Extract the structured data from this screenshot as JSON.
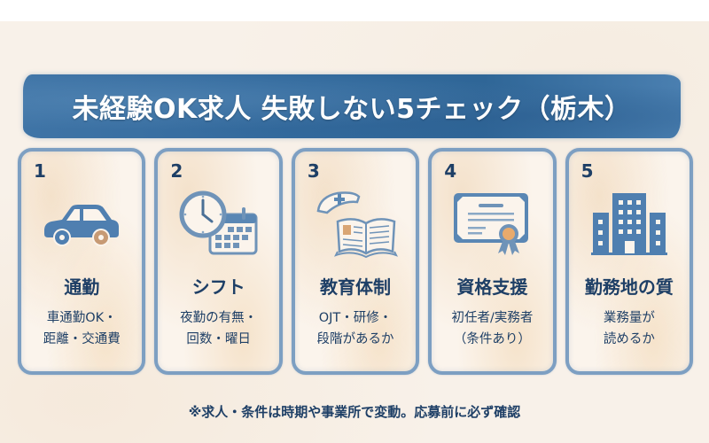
{
  "banner": {
    "title": "未経験OK求人  失敗しない5チェック（栃木）"
  },
  "cards": [
    {
      "number": "1",
      "icon": "car-icon",
      "title": "通勤",
      "desc": [
        "車通勤OK・",
        "距離・交通費"
      ]
    },
    {
      "number": "2",
      "icon": "clock-calendar-icon",
      "title": "シフト",
      "desc": [
        "夜勤の有無・",
        "回数・曜日"
      ]
    },
    {
      "number": "3",
      "icon": "nurse-cap-book-icon",
      "title": "教育体制",
      "desc": [
        "OJT・研修・",
        "段階があるか"
      ]
    },
    {
      "number": "4",
      "icon": "certificate-icon",
      "title": "資格支援",
      "desc": [
        "初任者/実務者",
        "（条件あり）"
      ]
    },
    {
      "number": "5",
      "icon": "building-icon",
      "title": "勤務地の質",
      "desc": [
        "業務量が",
        "読めるか"
      ]
    }
  ],
  "footnote": "※求人・条件は時期や事業所で変動。応募前に必ず確認",
  "colors": {
    "banner_blue": "#336a9d",
    "text_navy": "#1e3f66",
    "card_border": "#7d9fc2",
    "icon_blue": "#4f7fb0",
    "accent_tan": "#d9a574",
    "background_cream": "#f8f1e9"
  }
}
